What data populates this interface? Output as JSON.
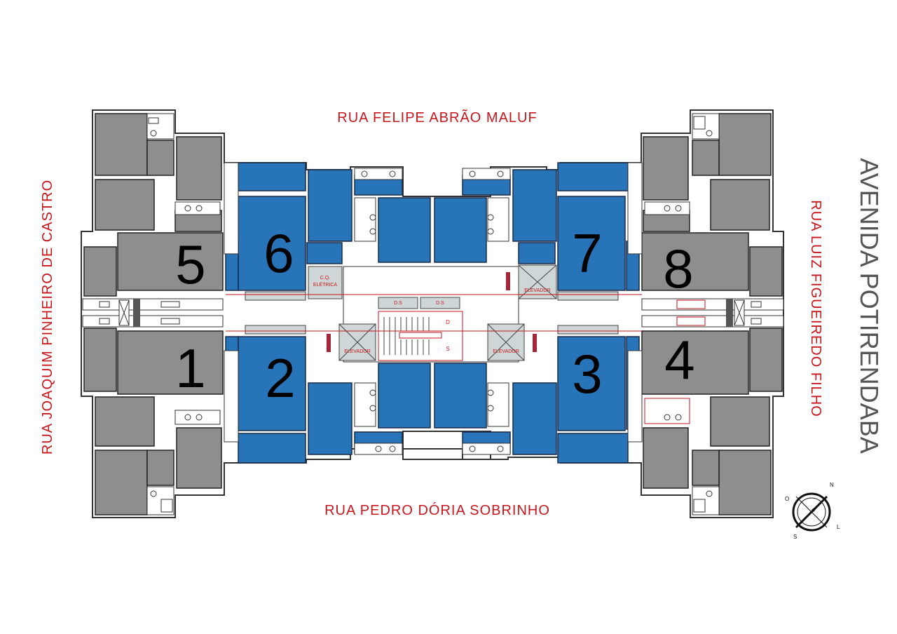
{
  "streets": {
    "top": "RUA  FELIPE ABRÃO MALUF",
    "bottom": "RUA  PEDRO  DÓRIA  SOBRINHO",
    "left": "RUA JOAQUIM PINHEIRO DE CASTRO",
    "right": "RUA LUIZ FIGUEIREDO FILHO",
    "avenue": "AVENIDA POTIRENDABA"
  },
  "units": [
    "1",
    "2",
    "3",
    "4",
    "5",
    "6",
    "7",
    "8"
  ],
  "core": {
    "elevator_label": "ELEVADOR",
    "shaft_label_line1": "C.Q.",
    "shaft_label_line2": "ELÉTRICA",
    "duct_label": "D.S",
    "stair_down": "D",
    "stair_up": "S"
  },
  "compass": {
    "n": "N",
    "s": "S",
    "o": "O",
    "l": "L"
  },
  "colors": {
    "grey_units": "#8e8e8e",
    "blue_units": "#2874b8",
    "street_labels": "#c8161d"
  }
}
